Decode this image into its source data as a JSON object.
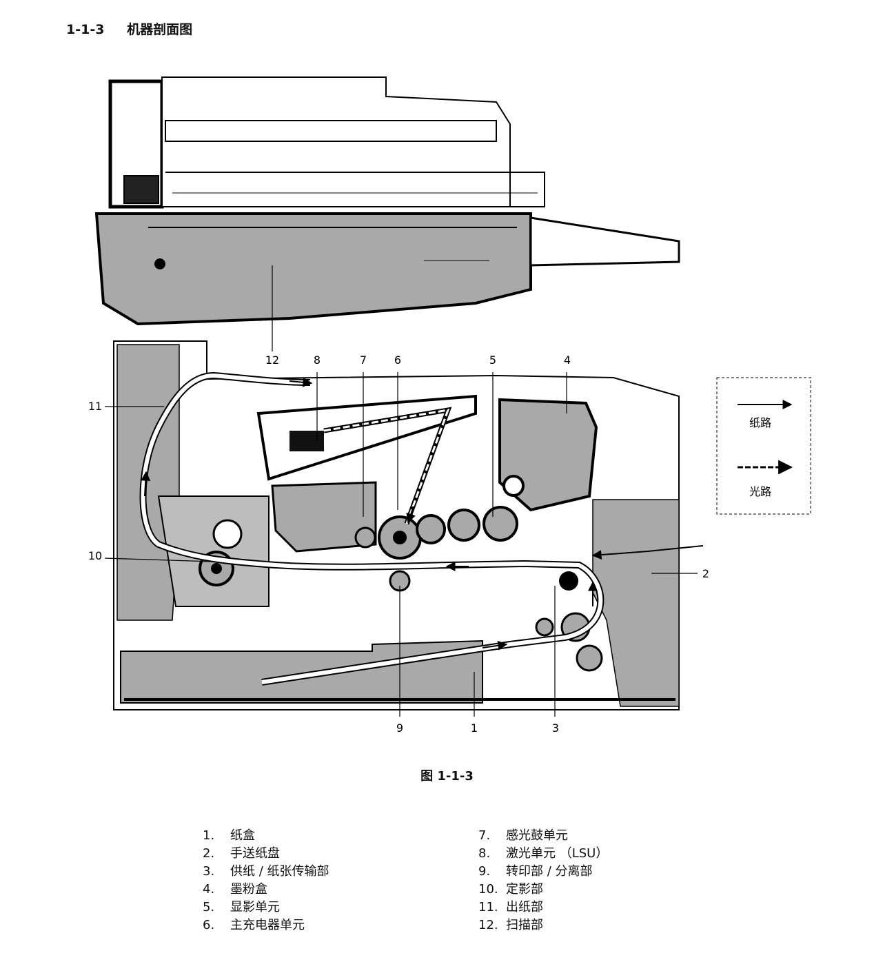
{
  "section": {
    "number": "1-1-3",
    "title": "机器剖面图"
  },
  "figure": {
    "caption": "图 1-1-3",
    "callouts": [
      "1",
      "2",
      "3",
      "4",
      "5",
      "6",
      "7",
      "8",
      "9",
      "10",
      "11",
      "12"
    ],
    "legend": {
      "paper_path_label": "纸路",
      "light_path_label": "光路"
    }
  },
  "parts": [
    {
      "num": "1.",
      "name": "纸盒"
    },
    {
      "num": "2.",
      "name": "手送纸盘"
    },
    {
      "num": "3.",
      "name": "供纸 / 纸张传输部"
    },
    {
      "num": "4.",
      "name": "墨粉盒"
    },
    {
      "num": "5.",
      "name": "显影单元"
    },
    {
      "num": "6.",
      "name": "主充电器单元"
    },
    {
      "num": "7.",
      "name": "感光鼓单元"
    },
    {
      "num": "8.",
      "name": "激光单元 （LSU）"
    },
    {
      "num": "9.",
      "name": "转印部 / 分离部"
    },
    {
      "num": "10.",
      "name": "定影部"
    },
    {
      "num": "11.",
      "name": "出纸部"
    },
    {
      "num": "12.",
      "name": "扫描部"
    }
  ]
}
